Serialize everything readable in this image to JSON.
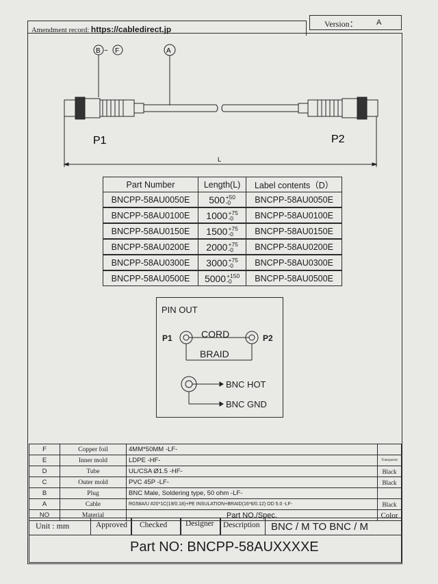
{
  "header": {
    "amendment_label": "Amendment record:",
    "amendment_url": "https://cabledirect.jp",
    "version_label": "Version：",
    "version_value": "A"
  },
  "drawing": {
    "callout_left": "B~F",
    "callout_right": "A",
    "p1": "P1",
    "p2": "P2",
    "length_label": "L"
  },
  "part_table": {
    "headers": [
      "Part Number",
      "Length(L)",
      "Label contents（D）"
    ],
    "rows": [
      {
        "part": "BNCPP-58AU0050E",
        "len": "500",
        "tol_up": "+50",
        "tol_down": "-0",
        "label": "BNCPP-58AU0050E"
      },
      {
        "part": "BNCPP-58AU0100E",
        "len": "1000",
        "tol_up": "+75",
        "tol_down": "-0",
        "label": "BNCPP-58AU0100E"
      },
      {
        "part": "BNCPP-58AU0150E",
        "len": "1500",
        "tol_up": "+75",
        "tol_down": "-0",
        "label": "BNCPP-58AU0150E"
      },
      {
        "part": "BNCPP-58AU0200E",
        "len": "2000",
        "tol_up": "+75",
        "tol_down": "-0",
        "label": "BNCPP-58AU0200E"
      },
      {
        "part": "BNCPP-58AU0300E",
        "len": "3000",
        "tol_up": "+75",
        "tol_down": "-0",
        "label": "BNCPP-58AU0300E"
      },
      {
        "part": "BNCPP-58AU0500E",
        "len": "5000",
        "tol_up": "+150",
        "tol_down": "-0",
        "label": "BNCPP-58AU0500E"
      }
    ]
  },
  "pinout": {
    "title": "PIN OUT",
    "p1": "P1",
    "p2": "P2",
    "cord": "CORD",
    "braid": "BRAID",
    "hot": "BNC HOT",
    "gnd": "BNC GND"
  },
  "bom": {
    "rows": [
      {
        "letter": "F",
        "name": "Copper foil",
        "spec": "4MM*50MM -LF-",
        "color": ""
      },
      {
        "letter": "E",
        "name": "Inner mold",
        "spec": "LDPE -HF-",
        "color": "Transparent"
      },
      {
        "letter": "D",
        "name": "Tube",
        "spec": "UL/CSA Ø1.5 -HF-",
        "color": "Black"
      },
      {
        "letter": "C",
        "name": "Outer mold",
        "spec": "PVC 45P -LF-",
        "color": "Black"
      },
      {
        "letter": "B",
        "name": "Plug",
        "spec": "BNC Male, Soldering type, 50 ohm -LF-",
        "color": ""
      },
      {
        "letter": "A",
        "name": "Cable",
        "spec": "RG58A/U #20*1C(19/0.18)+PE INSULATION+BRAID(16*6/0.12) OD 5.0 -LF-",
        "color": "Black"
      }
    ],
    "header_no": "NO",
    "header_material": "Material",
    "header_spec": "Part NO./Spec.",
    "header_color": "Color"
  },
  "title_block": {
    "unit": "Unit : mm",
    "approved": "Approved",
    "checked": "Checked",
    "designer": "Designer",
    "description": "Description",
    "desc_value": "BNC / M TO BNC / M",
    "part_no": "Part NO: BNCPP-58AUXXXXE"
  }
}
